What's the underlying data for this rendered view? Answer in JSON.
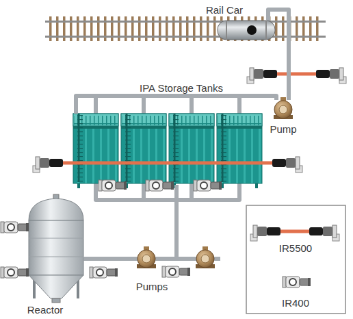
{
  "diagram": {
    "nodes": [
      {
        "text": [
          "Rail Car"
        ]
      },
      {
        "text": [
          "IPA Storage Tanks"
        ]
      },
      {
        "text": [
          "Pump"
        ]
      },
      {
        "text": [
          "Reactor"
        ]
      },
      {
        "text": [
          "Pumps"
        ]
      }
    ],
    "edges": [
      {
        "from": 0,
        "to": 2,
        "arrow": "none"
      },
      {
        "from": 2,
        "to": 1,
        "arrow": "none"
      },
      {
        "from": 1,
        "to": 4,
        "arrow": "none"
      },
      {
        "from": 4,
        "to": 3,
        "arrow": "none"
      }
    ],
    "legend": [
      {
        "text": "IR5500"
      },
      {
        "text": "IR400"
      }
    ]
  }
}
